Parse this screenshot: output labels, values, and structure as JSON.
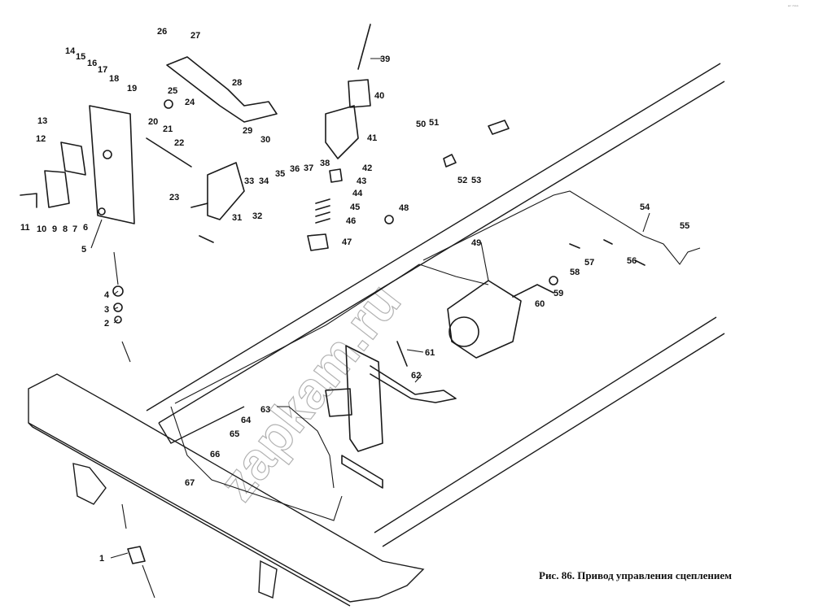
{
  "figure": {
    "caption": "Рис. 86. Привод управления сцеплением",
    "corner_mark": "ᵉᶜ ᵐᵒᵒ",
    "watermark": "zapkam.ru",
    "labels": [
      "1",
      "2",
      "3",
      "4",
      "5",
      "6",
      "7",
      "8",
      "9",
      "10",
      "11",
      "12",
      "13",
      "14",
      "15",
      "16",
      "17",
      "18",
      "19",
      "20",
      "21",
      "22",
      "23",
      "24",
      "25",
      "26",
      "27",
      "28",
      "29",
      "30",
      "31",
      "32",
      "33",
      "34",
      "35",
      "36",
      "37",
      "38",
      "39",
      "40",
      "41",
      "42",
      "43",
      "44",
      "45",
      "46",
      "47",
      "48",
      "49",
      "50",
      "51",
      "52",
      "53",
      "54",
      "55",
      "56",
      "57",
      "58",
      "59",
      "60",
      "61",
      "62",
      "63",
      "64",
      "65",
      "66",
      "67"
    ],
    "colors": {
      "ink": "#1a1a1a",
      "paper": "#ffffff"
    }
  }
}
